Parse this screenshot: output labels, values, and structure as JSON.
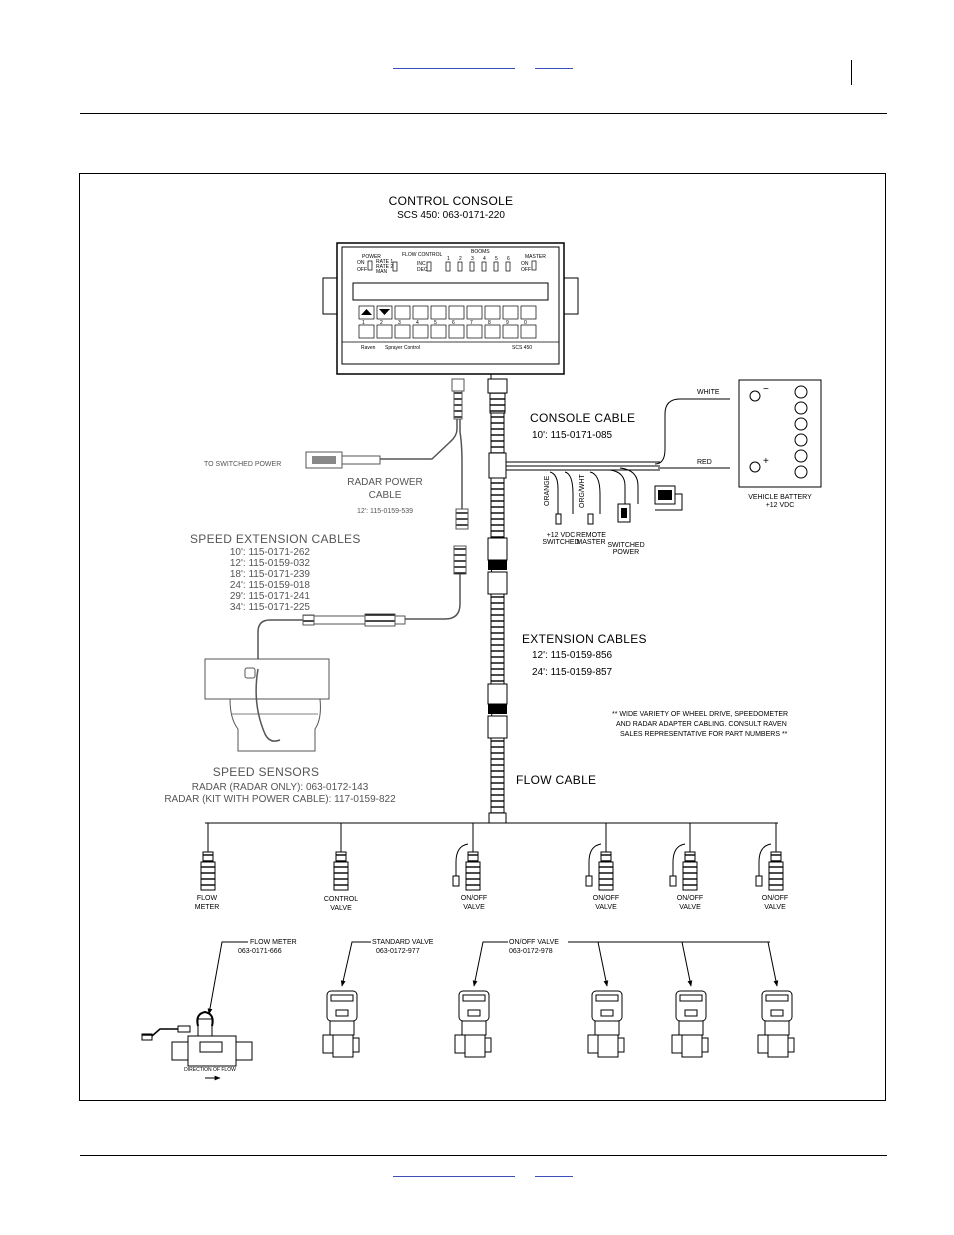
{
  "console": {
    "title": "CONTROL CONSOLE",
    "part": "SCS 450: 063-0171-220",
    "power_label": "POWER",
    "on": "ON",
    "off": "OFF",
    "flow_control_label": "FLOW CONTROL",
    "rate1": "RATE 1",
    "rate2": "RATE 2",
    "man": "MAN",
    "inc": "INC",
    "dec": "DEC",
    "booms_label": "BOOMS",
    "boom_numbers": [
      "1",
      "2",
      "3",
      "4",
      "5",
      "6"
    ],
    "master_label": "MASTER",
    "key_numbers": [
      "1",
      "2",
      "3",
      "4",
      "5",
      "6",
      "7",
      "8",
      "9",
      "0"
    ],
    "brand": "Raven",
    "subtitle": "Sprayer Control",
    "model": "SCS 450"
  },
  "console_cable": {
    "title": "CONSOLE CABLE",
    "part": "10': 115-0171-085"
  },
  "battery": {
    "white": "WHITE",
    "red": "RED",
    "minus": "−",
    "plus": "+",
    "label1": "VEHICLE BATTERY",
    "label2": "+12 VDC"
  },
  "power_taps": {
    "orange": "ORANGE",
    "org_wht": "ORG/WHT",
    "switched_12v_1": "+12 VDC",
    "switched_12v_2": "SWITCHED",
    "remote_1": "REMOTE",
    "remote_2": "MASTER",
    "switched_power_1": "SWITCHED",
    "switched_power_2": "POWER"
  },
  "radar_power": {
    "to_switched_power": "TO SWITCHED POWER",
    "title1": "RADAR POWER",
    "title2": "CABLE",
    "part": "12': 115-0159-539"
  },
  "speed_ext": {
    "title": "SPEED EXTENSION CABLES",
    "parts": [
      "10': 115-0171-262",
      "12': 115-0159-032",
      "18': 115-0171-239",
      "24': 115-0159-018",
      "29': 115-0171-241",
      "34': 115-0171-225"
    ]
  },
  "ext_cables": {
    "title": "EXTENSION CABLES",
    "parts": [
      "12': 115-0159-856",
      "24': 115-0159-857"
    ]
  },
  "note": [
    "** WIDE VARIETY OF WHEEL DRIVE, SPEEDOMETER",
    "AND RADAR ADAPTER CABLING.  CONSULT RAVEN",
    "SALES REPRESENTATIVE FOR PART NUMBERS **"
  ],
  "speed_sensors": {
    "title": "SPEED SENSORS",
    "radar1": "RADAR (RADAR ONLY): 063-0172-143",
    "radar2": "RADAR (KIT WITH POWER CABLE): 117-0159-822"
  },
  "flow_cable": {
    "title": "FLOW CABLE"
  },
  "drops": [
    {
      "l1": "FLOW",
      "l2": "METER"
    },
    {
      "l1": "CONTROL",
      "l2": "VALVE"
    },
    {
      "l1": "ON/OFF",
      "l2": "VALVE"
    },
    {
      "l1": "ON/OFF",
      "l2": "VALVE"
    },
    {
      "l1": "ON/OFF",
      "l2": "VALVE"
    },
    {
      "l1": "ON/OFF",
      "l2": "VALVE"
    }
  ],
  "components": {
    "flow_meter": {
      "title": "FLOW METER",
      "part": "063-0171-666",
      "direction": "DIRECTION OF FLOW"
    },
    "standard_valve": {
      "title": "STANDARD VALVE",
      "part": "063-0172-977"
    },
    "onoff_valve": {
      "title": "ON/OFF VALVE",
      "part": "063-0172-978"
    }
  }
}
